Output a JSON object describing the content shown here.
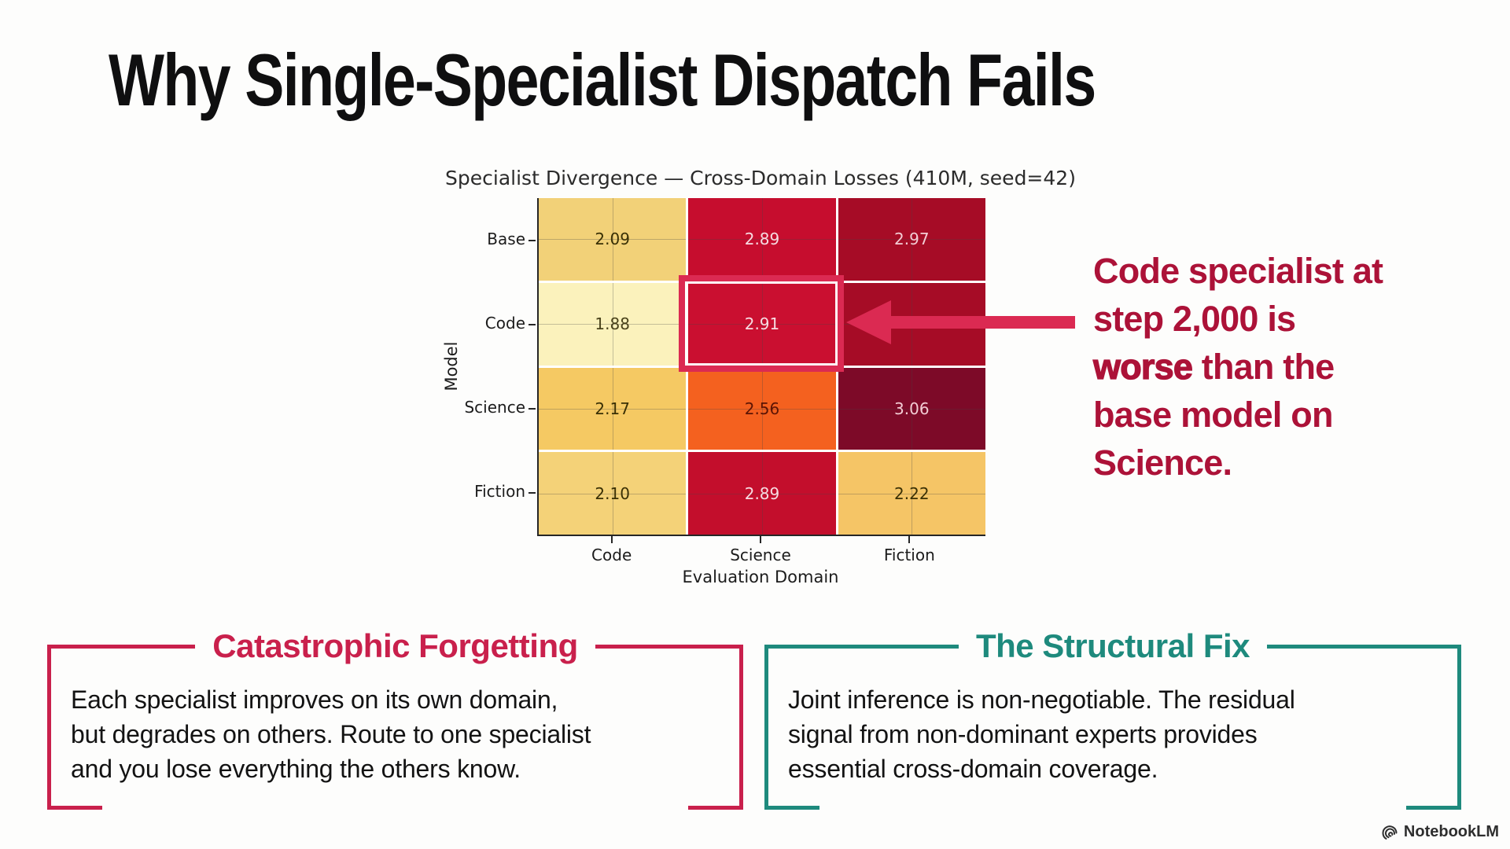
{
  "slide": {
    "title": "Why Single-Specialist Dispatch Fails",
    "background": "#fdfdfc",
    "brand": {
      "name": "NotebookLM"
    }
  },
  "chart_data": {
    "type": "heatmap",
    "title": "Specialist Divergence — Cross-Domain Losses (410M, seed=42)",
    "xlabel": "Evaluation Domain",
    "ylabel": "Model",
    "x_categories": [
      "Code",
      "Science",
      "Fiction"
    ],
    "y_categories": [
      "Base",
      "Code",
      "Science",
      "Fiction"
    ],
    "values": [
      [
        2.09,
        2.89,
        2.97
      ],
      [
        1.88,
        2.91,
        null
      ],
      [
        2.17,
        2.56,
        3.06
      ],
      [
        2.1,
        2.89,
        2.22
      ]
    ],
    "value_labels": [
      [
        "2.09",
        "2.89",
        "2.97"
      ],
      [
        "1.88",
        "2.91",
        ""
      ],
      [
        "2.17",
        "2.56",
        "3.06"
      ],
      [
        "2.10",
        "2.89",
        "2.22"
      ]
    ],
    "cell_colors": [
      [
        "#f2d178",
        "#c60d2e",
        "#a60c26"
      ],
      [
        "#fbf2bc",
        "#ca0f30",
        "#a60c26"
      ],
      [
        "#f5c963",
        "#f4611f",
        "#7d0a28"
      ],
      [
        "#f4d278",
        "#c30e2c",
        "#f5c566"
      ]
    ],
    "cell_text_colors": [
      [
        "#3a3005",
        "#f7dbe1",
        "#f3ccd4"
      ],
      [
        "#4a431c",
        "#f7dbe1",
        "#f3ccd4"
      ],
      [
        "#3a3005",
        "#5c1404",
        "#f3ccd4"
      ],
      [
        "#3a3005",
        "#f7dbe1",
        "#3a3005"
      ]
    ],
    "highlight": {
      "row": "Code",
      "col": "Science",
      "value": 2.91,
      "outline_color": "#db2a52"
    },
    "grid": true,
    "legend": "none"
  },
  "annotation": {
    "color": "#ac1238",
    "arrow_color": "#db2a52",
    "text": "Code specialist at step 2,000 is worse than the base model on Science.",
    "lines": [
      [
        {
          "t": "Code specialist at"
        }
      ],
      [
        {
          "t": "step 2,000 is"
        }
      ],
      [
        {
          "t": "worse",
          "b": true
        },
        {
          "t": " than the"
        }
      ],
      [
        {
          "t": "base model on"
        }
      ],
      [
        {
          "t": "Science."
        }
      ]
    ]
  },
  "panels": [
    {
      "title": "Catastrophic Forgetting",
      "accent": "#c9204c",
      "body_lines": [
        "Each specialist improves on its own domain,",
        "but degrades on others. Route to one specialist",
        "and you lose everything the others know."
      ]
    },
    {
      "title": "The Structural Fix",
      "accent": "#1e8a7d",
      "body_lines": [
        "Joint inference is non-negotiable. The residual",
        "signal from non-dominant experts provides",
        "essential cross-domain coverage."
      ]
    }
  ]
}
